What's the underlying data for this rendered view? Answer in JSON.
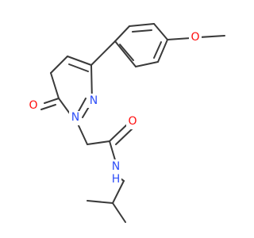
{
  "molecule": {
    "atom_labels": {
      "methoxy_oxygen": "O",
      "carbonyl_oxygen_ring": "O",
      "amide_oxygen": "O",
      "ring_nitrogen_1": "N",
      "ring_nitrogen_2": "N",
      "amide_nitrogen": "N",
      "amide_hydrogen": "H"
    },
    "colors": {
      "bond": "#3a3a3a",
      "oxygen": "#ff0d0d",
      "nitrogen": "#3050f8"
    }
  }
}
